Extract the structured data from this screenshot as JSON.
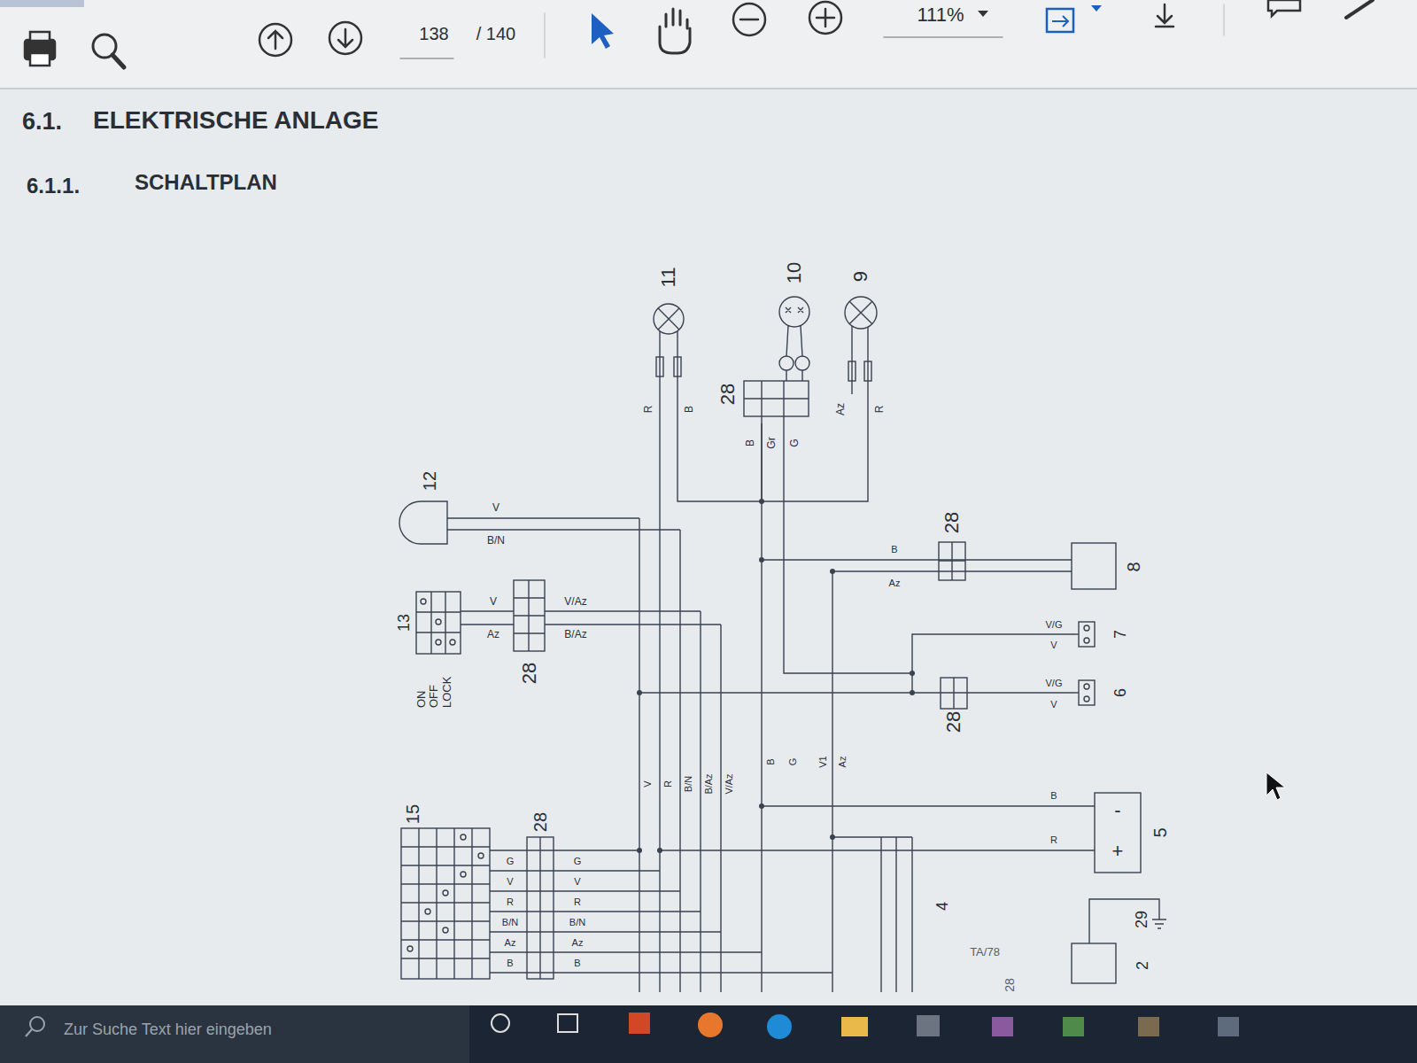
{
  "diagram": {
    "title": "ELEKTRISCHE ANLAGE",
    "nodes": [
      {
        "text": [
          "11"
        ]
      },
      {
        "text": [
          "10"
        ]
      },
      {
        "text": [
          "9"
        ]
      },
      {
        "text": [
          "12"
        ]
      },
      {
        "text": [
          "13",
          "ON OFF LOCK"
        ]
      },
      {
        "text": [
          "8"
        ]
      },
      {
        "text": [
          "7"
        ]
      },
      {
        "text": [
          "6"
        ]
      },
      {
        "text": [
          "5",
          "-",
          "+"
        ]
      },
      {
        "text": [
          "15"
        ]
      },
      {
        "text": [
          "4"
        ]
      },
      {
        "text": [
          "2"
        ]
      },
      {
        "text": [
          "29"
        ]
      }
    ],
    "edges": [
      {
        "from": 0,
        "to": 1,
        "arrow": "none"
      },
      {
        "from": 1,
        "to": 2,
        "arrow": "none"
      },
      {
        "from": 6,
        "to": 7,
        "arrow": "none"
      }
    ],
    "labels": [
      "6.1.",
      "6.1.1.",
      "SCHALTPLAN",
      "138",
      "/ 140",
      "111%",
      "28",
      "R",
      "B",
      "B",
      "Gr",
      "G",
      "Az",
      "R",
      "V",
      "B/N",
      "28",
      "B",
      "Az",
      "V",
      "Az",
      "V/Az",
      "B/Az",
      "28",
      "V/G",
      "V",
      "V/G",
      "V",
      "28",
      "V",
      "R",
      "B/N",
      "B/Az",
      "V/Az",
      "B",
      "G",
      "V1",
      "Az",
      "B",
      "R",
      "28",
      "G",
      "V",
      "R",
      "B/N",
      "Az",
      "B",
      "G",
      "V",
      "R",
      "B/N",
      "Az",
      "B",
      "TA/78",
      "28",
      "Zur Suche Text hier eingeben"
    ]
  }
}
